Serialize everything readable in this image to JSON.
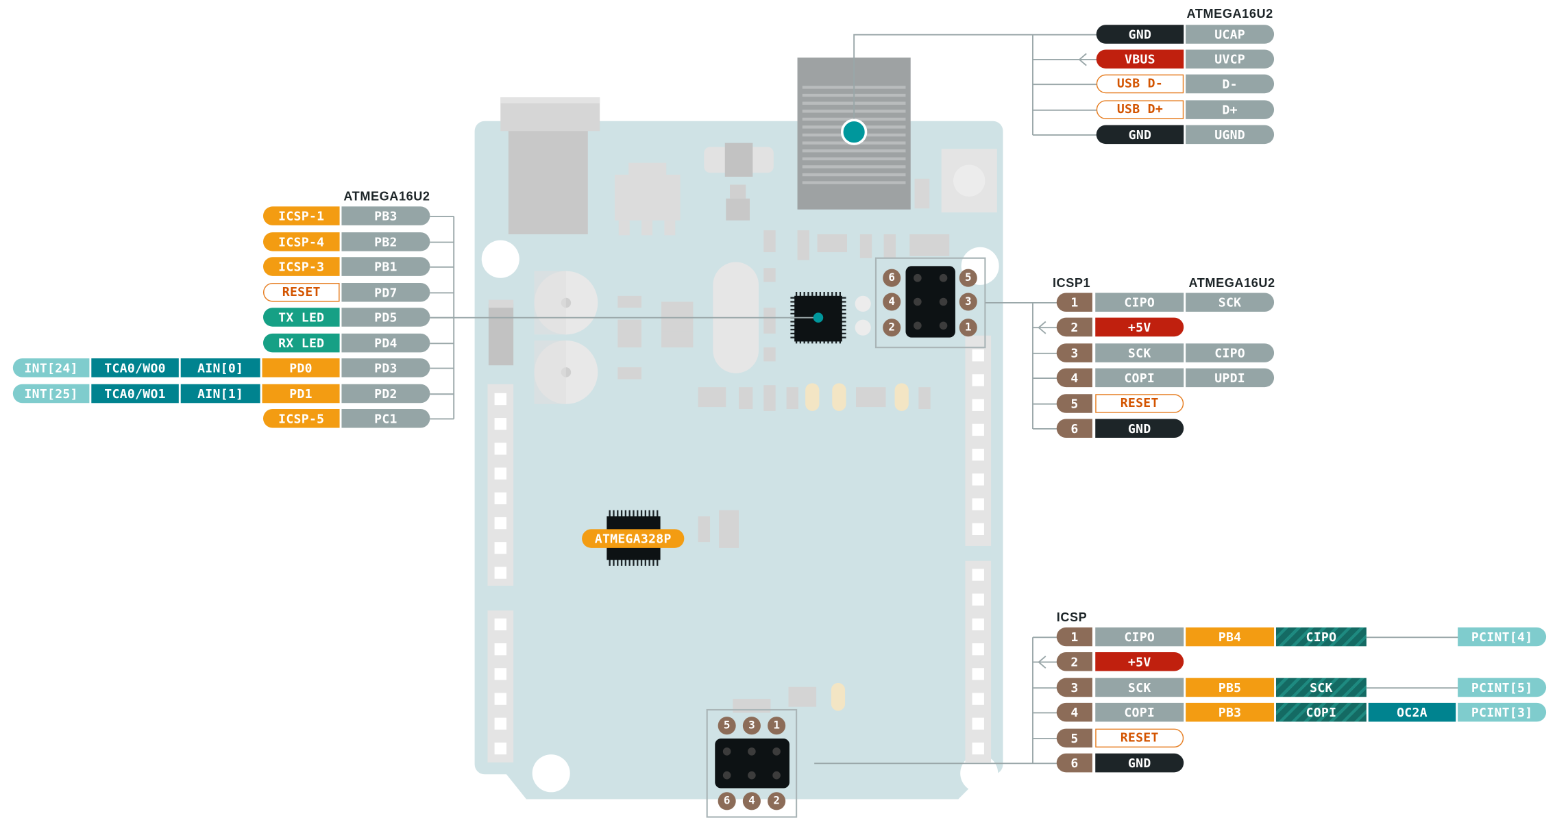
{
  "colors": {
    "board": "#cfe2e5",
    "gnd": "#1d2528",
    "power": "#c0200e",
    "digital": "#f39c12",
    "led": "#16a085",
    "analog": "#00838f",
    "interrupt": "#7fcccd",
    "mcu_pin": "#95a5a6",
    "pin_number": "#8c6c58"
  },
  "usb_header": {
    "title": "ATMEGA16U2",
    "rows": [
      {
        "a": "GND",
        "b": "UCAP"
      },
      {
        "a": "VBUS",
        "b": "UVCP"
      },
      {
        "a": "USB D-",
        "b": "D-"
      },
      {
        "a": "USB D+",
        "b": "D+"
      },
      {
        "a": "GND",
        "b": "UGND"
      }
    ]
  },
  "left_header": {
    "title": "ATMEGA16U2",
    "rows": [
      {
        "func": "ICSP-1",
        "pin": "PB3"
      },
      {
        "func": "ICSP-4",
        "pin": "PB2"
      },
      {
        "func": "ICSP-3",
        "pin": "PB1"
      },
      {
        "func": "RESET",
        "pin": "PD7"
      },
      {
        "func": "TX LED",
        "pin": "PD5"
      },
      {
        "func": "RX LED",
        "pin": "PD4"
      },
      {
        "int": "INT[24]",
        "tca": "TCA0/WO0",
        "ain": "AIN[0]",
        "func": "PD0",
        "pin": "PD3"
      },
      {
        "int": "INT[25]",
        "tca": "TCA0/WO1",
        "ain": "AIN[1]",
        "func": "PD1",
        "pin": "PD2"
      },
      {
        "func": "ICSP-5",
        "pin": "PC1"
      }
    ]
  },
  "icsp1": {
    "title": "ICSP1",
    "chip": "ATMEGA16U2",
    "header_pins": [
      "6",
      "5",
      "4",
      "3",
      "2",
      "1"
    ],
    "rows": [
      {
        "num": "1",
        "a": "CIPO",
        "b": "SCK"
      },
      {
        "num": "2",
        "a": "+5V"
      },
      {
        "num": "3",
        "a": "SCK",
        "b": "CIPO"
      },
      {
        "num": "4",
        "a": "COPI",
        "b": "UPDI"
      },
      {
        "num": "5",
        "a": "RESET"
      },
      {
        "num": "6",
        "a": "GND"
      }
    ]
  },
  "icsp": {
    "title": "ICSP",
    "header_pins_top": [
      "5",
      "3",
      "1"
    ],
    "header_pins_bottom": [
      "6",
      "4",
      "2"
    ],
    "rows": [
      {
        "num": "1",
        "a": "CIPO",
        "port": "PB4",
        "spi": "CIPO",
        "pcint": "PCINT[4]"
      },
      {
        "num": "2",
        "a": "+5V"
      },
      {
        "num": "3",
        "a": "SCK",
        "port": "PB5",
        "spi": "SCK",
        "pcint": "PCINT[5]"
      },
      {
        "num": "4",
        "a": "COPI",
        "port": "PB3",
        "spi": "COPI",
        "timer": "OC2A",
        "pcint": "PCINT[3]"
      },
      {
        "num": "5",
        "a": "RESET"
      },
      {
        "num": "6",
        "a": "GND"
      }
    ]
  },
  "chip_label": "ATMEGA328P"
}
